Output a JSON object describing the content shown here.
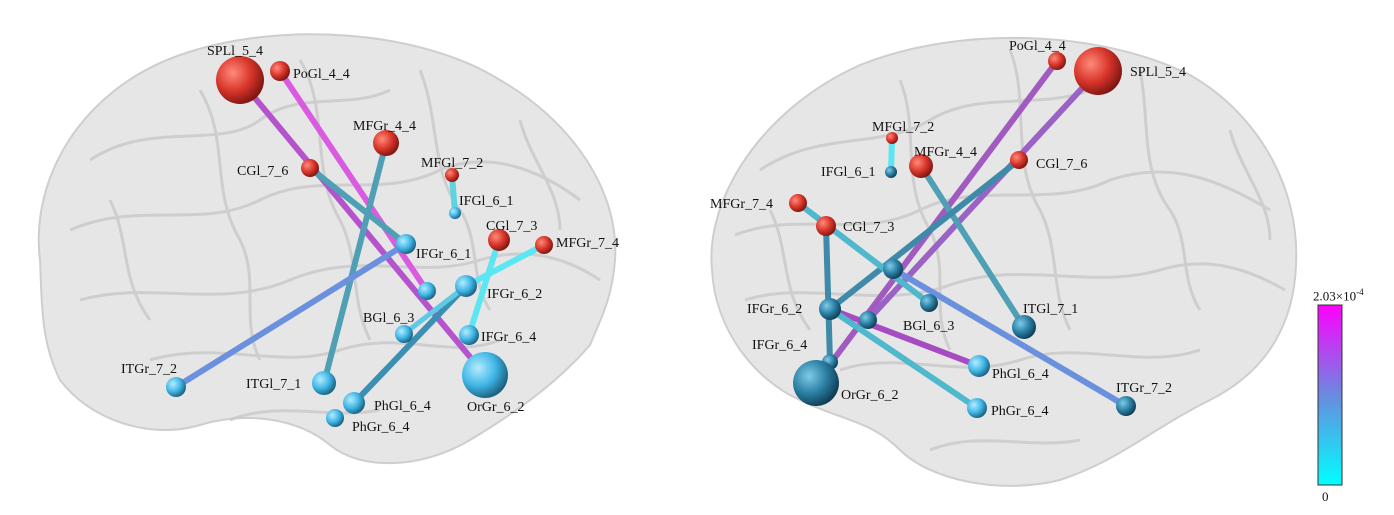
{
  "views": [
    {
      "id": "left",
      "nodes": [
        {
          "id": "SPLl_5_4",
          "label": "SPLl_5_4",
          "color": "red"
        },
        {
          "id": "PoGl_4_4",
          "label": "PoGl_4_4",
          "color": "red"
        },
        {
          "id": "MFGr_4_4",
          "label": "MFGr_4_4",
          "color": "red"
        },
        {
          "id": "CGl_7_6",
          "label": "CGl_7_6",
          "color": "red"
        },
        {
          "id": "MFGl_7_2",
          "label": "MFGl_7_2",
          "color": "red"
        },
        {
          "id": "IFGl_6_1",
          "label": "IFGl_6_1",
          "color": "blue"
        },
        {
          "id": "CGl_7_3",
          "label": "CGl_7_3",
          "color": "red"
        },
        {
          "id": "MFGr_7_4",
          "label": "MFGr_7_4",
          "color": "red"
        },
        {
          "id": "IFGr_6_1",
          "label": "IFGr_6_1",
          "color": "blue"
        },
        {
          "id": "BGl_6_3",
          "label": "BGl_6_3",
          "color": "blue"
        },
        {
          "id": "IFGr_6_2",
          "label": "IFGr_6_2",
          "color": "blue"
        },
        {
          "id": "IFGr_6_4",
          "label": "IFGr_6_4",
          "color": "blue"
        },
        {
          "id": "ITGr_7_2",
          "label": "ITGr_7_2",
          "color": "blue"
        },
        {
          "id": "ITGl_7_1",
          "label": "ITGl_7_1",
          "color": "blue"
        },
        {
          "id": "PhGl_6_4",
          "label": "PhGl_6_4",
          "color": "blue"
        },
        {
          "id": "PhGr_6_4",
          "label": "PhGr_6_4",
          "color": "blue"
        },
        {
          "id": "OrGr_6_2",
          "label": "OrGr_6_2",
          "color": "blue"
        },
        {
          "id": "unlabeled_a",
          "label": "",
          "color": "blue"
        }
      ]
    },
    {
      "id": "right",
      "nodes": [
        {
          "id": "PoGl_4_4",
          "label": "PoGl_4_4",
          "color": "red"
        },
        {
          "id": "SPLl_5_4",
          "label": "SPLl_5_4",
          "color": "red"
        },
        {
          "id": "MFGl_7_2",
          "label": "MFGl_7_2",
          "color": "red"
        },
        {
          "id": "IFGl_6_1",
          "label": "IFGl_6_1",
          "color": "blue"
        },
        {
          "id": "MFGr_4_4",
          "label": "MFGr_4_4",
          "color": "red"
        },
        {
          "id": "CGl_7_6",
          "label": "CGl_7_6",
          "color": "red"
        },
        {
          "id": "MFGr_7_4",
          "label": "MFGr_7_4",
          "color": "red"
        },
        {
          "id": "CGl_7_3",
          "label": "CGl_7_3",
          "color": "red"
        },
        {
          "id": "IFGr_6_1",
          "label": "",
          "color": "blue"
        },
        {
          "id": "BGl_6_3",
          "label": "BGl_6_3",
          "color": "blue"
        },
        {
          "id": "ITGl_7_1",
          "label": "ITGl_7_1",
          "color": "blue"
        },
        {
          "id": "IFGr_6_2",
          "label": "IFGr_6_2",
          "color": "blue"
        },
        {
          "id": "IFGr_6_4",
          "label": "IFGr_6_4",
          "color": "blue"
        },
        {
          "id": "PhGl_6_4",
          "label": "PhGl_6_4",
          "color": "blue"
        },
        {
          "id": "OrGr_6_2",
          "label": "OrGr_6_2",
          "color": "blue"
        },
        {
          "id": "PhGr_6_4",
          "label": "PhGr_6_4",
          "color": "blue"
        },
        {
          "id": "ITGr_7_2",
          "label": "ITGr_7_2",
          "color": "blue"
        },
        {
          "id": "unlabeled_b",
          "label": "",
          "color": "blue"
        }
      ]
    }
  ],
  "colors": {
    "red_node": "#d8352a",
    "blue_node": "#3fb6e6",
    "brain": "#d9d9d9",
    "colorbar_low": "#00ffff",
    "colorbar_mid": "#6a8ae0",
    "colorbar_high": "#ff00ff"
  },
  "colorbar": {
    "max_label": "2.03×10",
    "max_exponent": "-4",
    "min_label": "0"
  }
}
